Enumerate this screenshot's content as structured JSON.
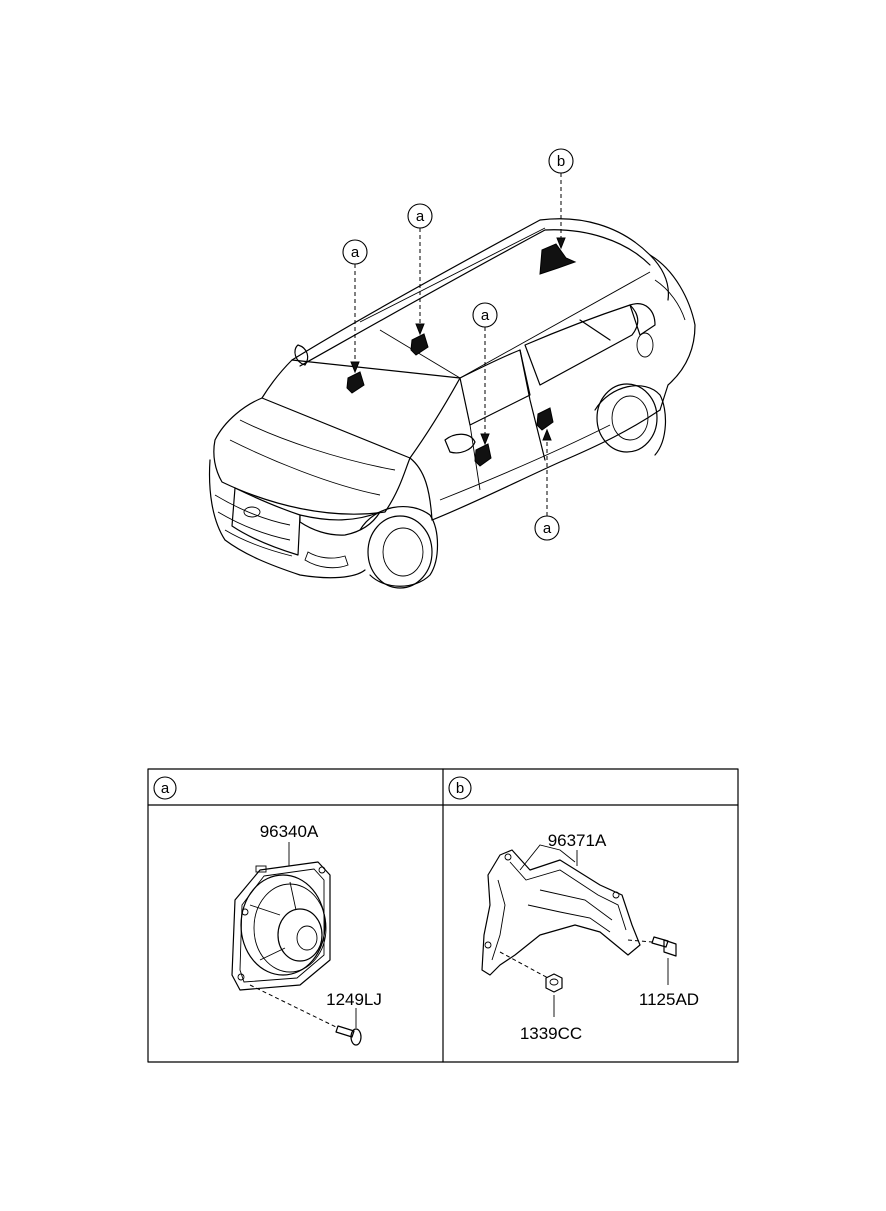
{
  "callouts": {
    "a": "a",
    "b": "b"
  },
  "panels": {
    "a": {
      "header": "a",
      "parts": [
        "96340A",
        "1249LJ"
      ]
    },
    "b": {
      "header": "b",
      "parts": [
        "96371A",
        "1339CC",
        "1125AD"
      ]
    }
  }
}
